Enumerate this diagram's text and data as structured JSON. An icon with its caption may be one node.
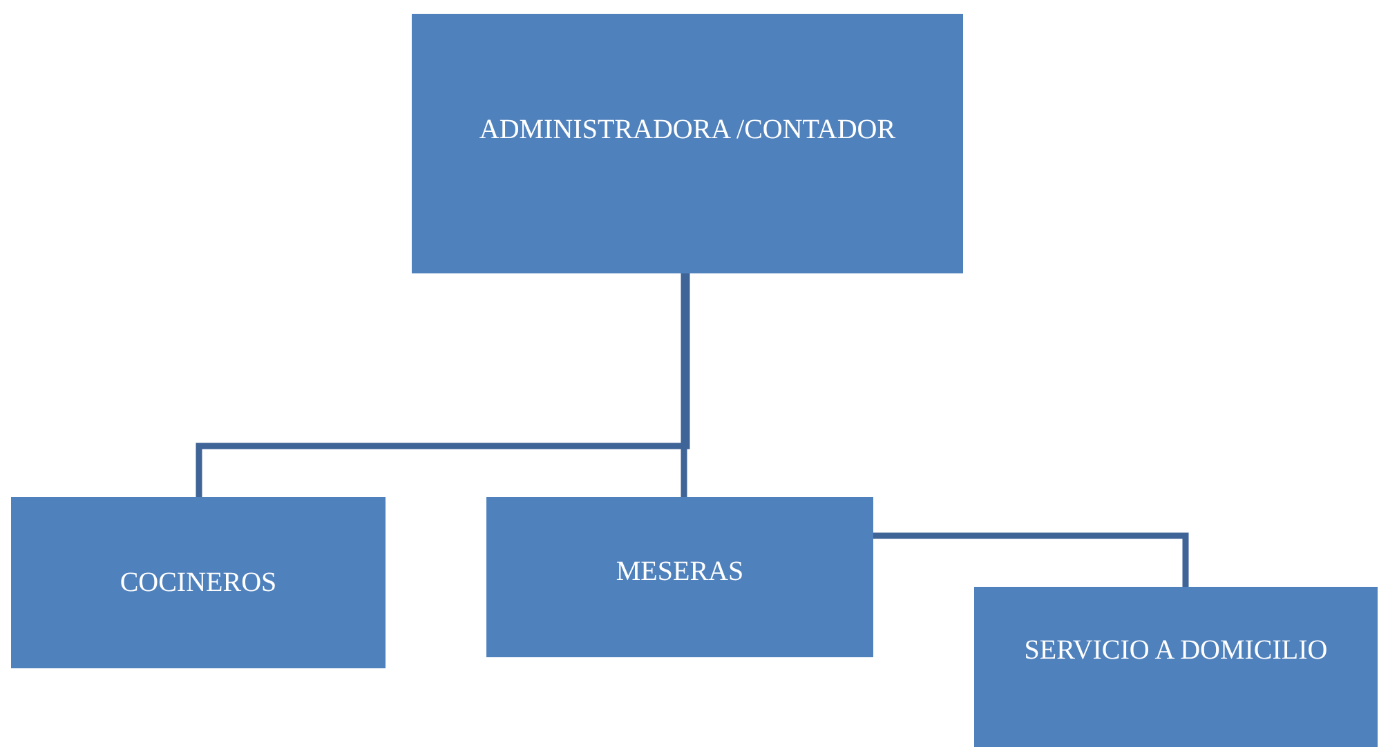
{
  "diagram": {
    "nodes": [
      {
        "text": [
          "ADMINISTRADORA /CONTADOR"
        ]
      },
      {
        "text": [
          "COCINEROS"
        ]
      },
      {
        "text": [
          "MESERAS"
        ]
      },
      {
        "text": [
          "SERVICIO A DOMICILIO"
        ]
      }
    ],
    "edges": [
      {
        "from": 0,
        "to": 1,
        "arrow": "none"
      },
      {
        "from": 0,
        "to": 2,
        "arrow": "none"
      },
      {
        "from": 2,
        "to": 3,
        "arrow": "none"
      }
    ]
  }
}
